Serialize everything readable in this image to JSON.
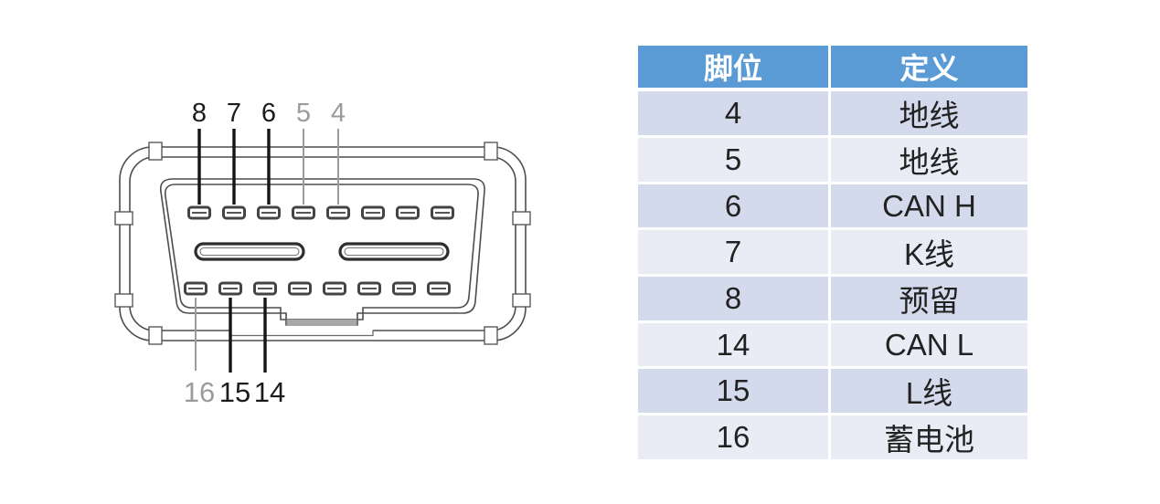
{
  "diagram": {
    "top_labels": [
      "8",
      "7",
      "6",
      "5",
      "4"
    ],
    "bottom_labels": [
      "16",
      "15",
      "14"
    ]
  },
  "table": {
    "headers": [
      "脚位",
      "定义"
    ],
    "rows": [
      {
        "pin": "4",
        "definition": "地线"
      },
      {
        "pin": "5",
        "definition": "地线"
      },
      {
        "pin": "6",
        "definition": "CAN H"
      },
      {
        "pin": "7",
        "definition": "K线"
      },
      {
        "pin": "8",
        "definition": "预留"
      },
      {
        "pin": "14",
        "definition": "CAN L"
      },
      {
        "pin": "15",
        "definition": "L线"
      },
      {
        "pin": "16",
        "definition": "蓄电池"
      }
    ]
  },
  "colors": {
    "header_bg": "#5B9BD5",
    "header_text": "#FFFFFF",
    "row_dark": "#D2DAEB",
    "row_light": "#E9ECF5"
  }
}
